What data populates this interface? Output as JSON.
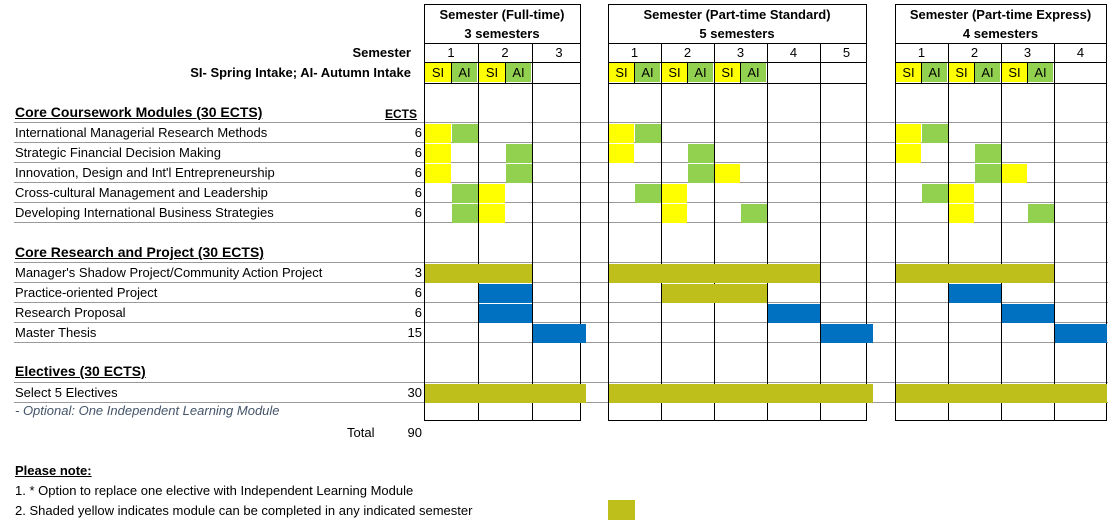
{
  "colors": {
    "yellow": "#ffff00",
    "green": "#92d050",
    "olive": "#bfbf1b",
    "blue": "#0070c0"
  },
  "header": {
    "semester_label": "Semester",
    "intake_label": "SI- Spring Intake; AI- Autumn Intake",
    "si": "SI",
    "ai": "AI"
  },
  "groups": [
    {
      "title": "Semester (Full-time)",
      "subtitle": "3 semesters",
      "semesters": [
        "1",
        "2",
        "3"
      ],
      "intake_semesters": 2
    },
    {
      "title": "Semester (Part-time Standard)",
      "subtitle": "5 semesters",
      "semesters": [
        "1",
        "2",
        "3",
        "4",
        "5"
      ],
      "intake_semesters": 3
    },
    {
      "title": "Semester (Part-time Express)",
      "subtitle": "4 semesters",
      "semesters": [
        "1",
        "2",
        "3",
        "4"
      ],
      "intake_semesters": 3
    }
  ],
  "sections": [
    {
      "title": "Core Coursework Modules (30 ECTS)",
      "ects_header": "ECTS"
    },
    {
      "title": "Core Research and Project (30 ECTS)"
    },
    {
      "title": "Electives (30 ECTS)"
    }
  ],
  "rows": [
    {
      "label": "International Managerial Research Methods",
      "ects": "6",
      "marks": [
        [
          [
            0,
            0,
            "yellow"
          ],
          [
            0,
            1,
            "green"
          ]
        ],
        [
          [
            0,
            0,
            "yellow"
          ],
          [
            0,
            1,
            "green"
          ]
        ],
        [
          [
            0,
            0,
            "yellow"
          ],
          [
            0,
            1,
            "green"
          ]
        ]
      ]
    },
    {
      "label": "Strategic Financial Decision Making",
      "ects": "6",
      "marks": [
        [
          [
            0,
            0,
            "yellow"
          ],
          [
            1,
            1,
            "green"
          ]
        ],
        [
          [
            0,
            0,
            "yellow"
          ],
          [
            1,
            1,
            "green"
          ]
        ],
        [
          [
            0,
            0,
            "yellow"
          ],
          [
            1,
            1,
            "green"
          ]
        ]
      ]
    },
    {
      "label": "Innovation, Design and Int'l Entrepreneurship",
      "ects": "6",
      "marks": [
        [
          [
            0,
            0,
            "yellow"
          ],
          [
            1,
            1,
            "green"
          ]
        ],
        [
          [
            1,
            1,
            "green"
          ],
          [
            2,
            0,
            "yellow"
          ]
        ],
        [
          [
            1,
            1,
            "green"
          ],
          [
            2,
            0,
            "yellow"
          ]
        ]
      ]
    },
    {
      "label": "Cross-cultural Management and Leadership",
      "ects": "6",
      "marks": [
        [
          [
            0,
            1,
            "green"
          ],
          [
            1,
            0,
            "yellow"
          ]
        ],
        [
          [
            0,
            1,
            "green"
          ],
          [
            1,
            0,
            "yellow"
          ]
        ],
        [
          [
            0,
            1,
            "green"
          ],
          [
            1,
            0,
            "yellow"
          ]
        ]
      ]
    },
    {
      "label": "Developing International Business Strategies",
      "ects": "6",
      "marks": [
        [
          [
            0,
            1,
            "green"
          ],
          [
            1,
            0,
            "yellow"
          ]
        ],
        [
          [
            1,
            0,
            "yellow"
          ],
          [
            2,
            1,
            "green"
          ]
        ],
        [
          [
            1,
            0,
            "yellow"
          ],
          [
            2,
            1,
            "green"
          ]
        ]
      ]
    },
    {
      "label": "Manager's Shadow Project/Community Action Project",
      "ects": "3",
      "spans": [
        [
          0,
          2,
          "olive"
        ],
        [
          0,
          4,
          "olive"
        ],
        [
          0,
          3,
          "olive"
        ]
      ]
    },
    {
      "label": "Practice-oriented Project",
      "ects": "6",
      "spans": [
        [
          1,
          2,
          "blue"
        ],
        [
          1,
          3,
          "olive"
        ],
        [
          1,
          2,
          "blue"
        ]
      ]
    },
    {
      "label": "Research Proposal",
      "ects": "6",
      "spans": [
        [
          1,
          2,
          "blue"
        ],
        [
          3,
          4,
          "blue"
        ],
        [
          2,
          3,
          "blue"
        ]
      ]
    },
    {
      "label": "Master Thesis",
      "ects": "15",
      "spans": [
        [
          2,
          3,
          "blue"
        ],
        [
          4,
          5,
          "blue"
        ],
        [
          3,
          4,
          "blue"
        ]
      ]
    },
    {
      "label": "Select 5 Electives",
      "ects": "30",
      "spans": [
        [
          0,
          3,
          "olive"
        ],
        [
          0,
          5,
          "olive"
        ],
        [
          0,
          4,
          "olive"
        ]
      ]
    },
    {
      "label": "- Optional: One Independent Learning Module",
      "ects": "",
      "italic": true
    }
  ],
  "total": {
    "label": "Total",
    "value": "90"
  },
  "notes": {
    "heading": "Please note:",
    "items": [
      "1. * Option to replace one elective with Independent Learning Module",
      "2. Shaded yellow indicates module can be completed in any indicated semester"
    ]
  }
}
